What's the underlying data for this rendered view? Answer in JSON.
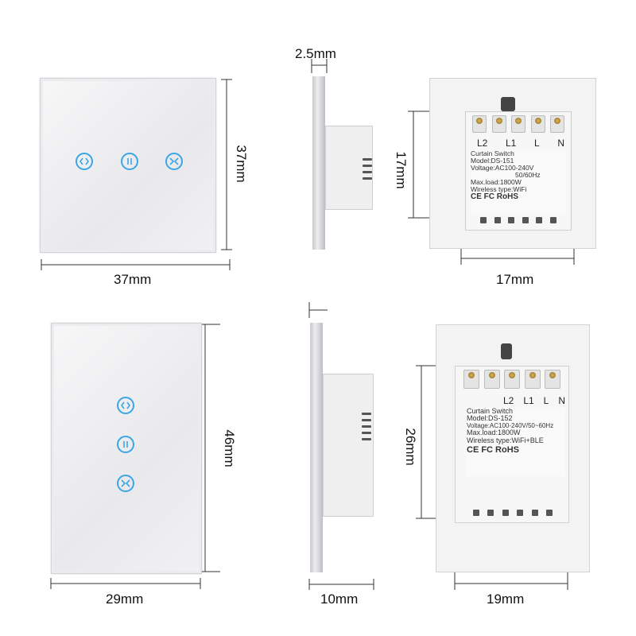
{
  "top_row": {
    "front": {
      "width_label": "37mm",
      "height_label": "37mm",
      "buttons": [
        "curtain-open-icon",
        "pause-icon",
        "curtain-close-icon"
      ]
    },
    "side": {
      "thickness_label": "2.5mm"
    },
    "back": {
      "module_height_label": "17mm",
      "module_width_label": "17mm",
      "terminal_labels": [
        "L2",
        "L1",
        "L",
        "N"
      ],
      "sticker": {
        "line1": "Curtain Switch",
        "line2": "Model:DS-151",
        "line3": "Voltage:AC100-240V",
        "line4": "50/60Hz",
        "line5": "Max.load:1800W",
        "line6": "Wireless type:WiFi",
        "marks": "CE FC RoHS"
      }
    }
  },
  "bottom_row": {
    "front": {
      "width_label": "29mm",
      "height_label": "46mm",
      "buttons": [
        "curtain-open-icon",
        "pause-icon",
        "curtain-close-icon"
      ]
    },
    "side": {
      "depth_label": "10mm"
    },
    "back": {
      "module_height_label": "26mm",
      "module_width_label": "19mm",
      "terminal_labels": [
        "L2",
        "L1",
        "L",
        "N"
      ],
      "sticker": {
        "line1": "Curtain Switch",
        "line2": "Model:DS-152",
        "line3": "Voltage:AC100-240V/50~60Hz",
        "line4": "Max.load:1800W",
        "line5": "Wireless type:WiFi+BLE",
        "marks": "CE FC RoHS"
      }
    }
  },
  "colors": {
    "accent": "#3aa6e6",
    "line": "#333333"
  }
}
